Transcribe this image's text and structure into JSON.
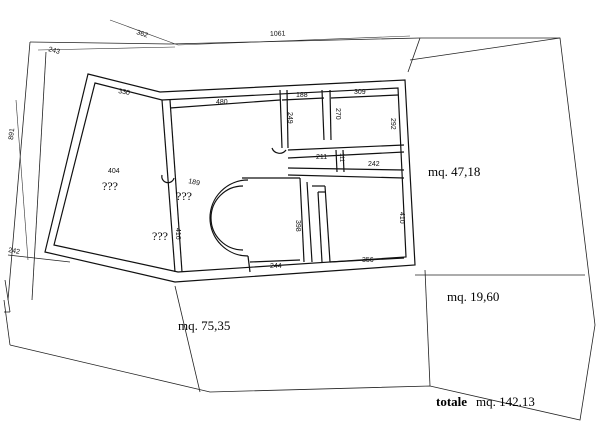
{
  "dimensions": {
    "top_left_243": "243",
    "top_362": "362",
    "top_1061": "1061",
    "left_891": "891",
    "left_242": "242",
    "room_330": "330",
    "room_480": "480",
    "room_188": "188",
    "room_309": "309",
    "room_249": "249",
    "room_270": "270",
    "room_292": "292",
    "room_211": "211",
    "room_111": "111",
    "room_242": "242",
    "room_404": "404",
    "room_189": "189",
    "room_416": "416",
    "room_398": "398",
    "room_410": "410",
    "room_244": "244",
    "room_356": "356"
  },
  "unknowns": {
    "left_room": "???",
    "center_room": "???",
    "lower_room": "???"
  },
  "areas": {
    "right_top": "mq. 47,18",
    "right_bottom": "mq. 19,60",
    "bottom": "mq. 75,35"
  },
  "total": {
    "prefix": "totale",
    "value": "mq. 142.13"
  }
}
